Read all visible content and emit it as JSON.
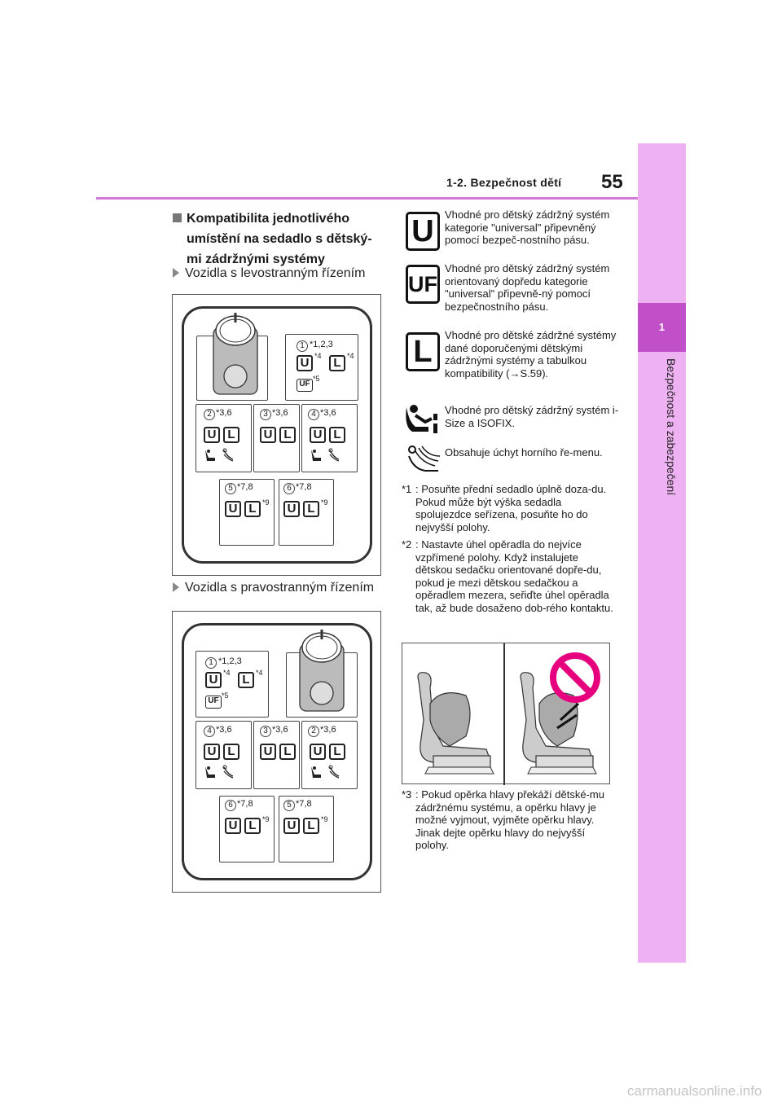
{
  "header": {
    "section": "1-2. Bezpečnost dětí",
    "page": "55"
  },
  "side_tab": {
    "chapter": "1",
    "title": "Bezpečnost a zabezpečení"
  },
  "heading": {
    "line1": "Kompatibilita jednotlivého",
    "line2": "umístění na sedadlo s dětský-",
    "line3": "mi zádržnými systémy"
  },
  "sub_left": "Vozidla s levostranným řízením",
  "sub_right": "Vozidla s pravostranným řízením",
  "diagram": {
    "labels": {
      "u": "U",
      "l": "L",
      "uf": "UF"
    },
    "pos1_note": "*1,2,3",
    "sup4": "*4",
    "sup5": "*5",
    "sup9": "*9",
    "note36": "*3,6",
    "note78": "*7,8",
    "nums": [
      "1",
      "2",
      "3",
      "4",
      "5",
      "6"
    ]
  },
  "legend": [
    {
      "icon": "U",
      "text": "Vhodné pro dětský zádržný systém kategorie \"universal\" připevněný pomocí bezpeč-nostního pásu."
    },
    {
      "icon": "UF",
      "text": "Vhodné pro dětský zádržný systém orientovaný dopředu kategorie \"universal\" připevně-ný pomocí bezpečnostního pásu."
    },
    {
      "icon": "L",
      "text": "Vhodné pro dětské zádržné systémy dané doporučenými dětskými zádržnými systémy a tabulkou kompatibility (→S.59)."
    },
    {
      "icon": "isize-icon",
      "text": "Vhodné pro dětský zádržný systém i-Size a ISOFIX."
    },
    {
      "icon": "anchor-icon",
      "text": "Obsahuje úchyt horního ře-menu."
    }
  ],
  "footnotes": [
    {
      "mark": "*1",
      "text": ": Posuňte přední sedadlo úplně doza-du. Pokud může být výška sedadla spolujezdce seřízena, posuňte ho do nejvyšší polohy."
    },
    {
      "mark": "*2",
      "text": ": Nastavte úhel opěradla do nejvíce vzpřímené polohy. Když instalujete dětskou sedačku orientované dopře-du, pokud je mezi dětskou sedačkou a opěradlem mezera, seřiďte úhel opěradla tak, až bude dosaženo dob-rého kontaktu."
    },
    {
      "mark": "*3",
      "text": ": Pokud opěrka hlavy překáží dětské-mu zádržnému systému, a opěrku hlavy je možné vyjmout, vyjměte opěrku hlavy. Jinak dejte opěrku hlavy do nejvyšší polohy."
    }
  ],
  "footer": "carmanualsonline.info"
}
